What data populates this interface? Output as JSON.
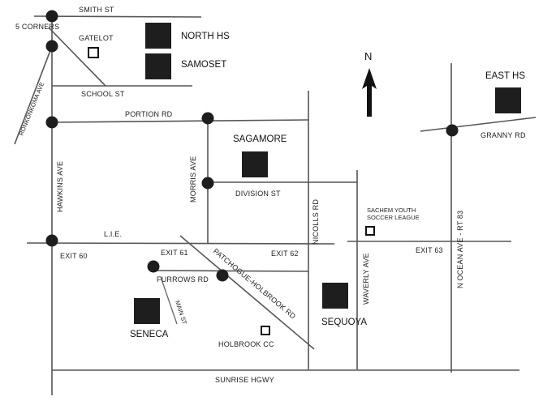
{
  "roads": {
    "smith_st": "SMITH ST",
    "five_corners": "5 CORNERS",
    "ronkonkoma_ave": "RONKONKOMA AVE",
    "school_st": "SCHOOL ST",
    "portion_rd": "PORTION RD",
    "hawkins_ave": "HAWKINS AVE",
    "morris_ave": "MORRIS AVE",
    "division_st": "DIVISION ST",
    "lie": "L.I.E.",
    "exit_60": "EXIT 60",
    "exit_61": "EXIT 61",
    "exit_62": "EXIT 62",
    "exit_63": "EXIT 63",
    "furrows_rd": "FURROWS RD",
    "main_st": "MAIN ST",
    "patchogue_holbrook_rd": "PATCHOGUE-HOLBROOK RD",
    "nicolls_rd": "NICOLLS RD",
    "waverly_ave": "WAVERLY AVE",
    "n_ocean_ave": "N OCEAN AVE - RT 83",
    "granny_rd": "GRANNY RD",
    "sunrise_hgwy": "SUNRISE HGWY"
  },
  "places": {
    "gatelot": "GATELOT",
    "north_hs": "NORTH HS",
    "samoset": "SAMOSET",
    "sagamore": "SAGAMORE",
    "east_hs": "EAST HS",
    "sachem_youth_line1": "SACHEM YOUTH",
    "sachem_youth_line2": "SOCCER LEAGUE",
    "seneca": "SENECA",
    "sequoya": "SEQUOYA",
    "holbrook_cc": "HOLBROOK CC"
  },
  "compass": {
    "label": "N"
  },
  "colors": {
    "road": "#555555",
    "building": "#1e1e1e",
    "background": "#ffffff"
  }
}
